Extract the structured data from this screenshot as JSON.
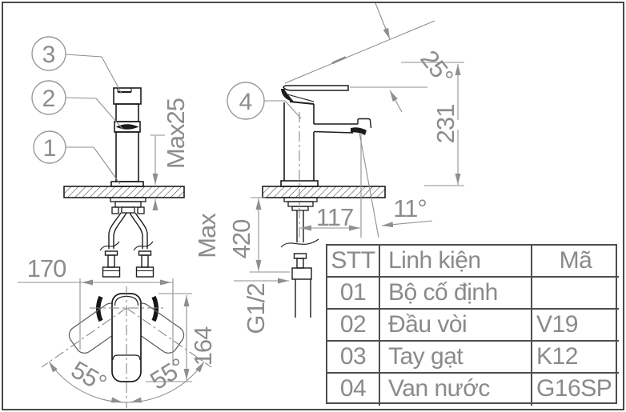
{
  "colors": {
    "object_line": "#1c1c1c",
    "dim_line": "#8f8f8f",
    "dim_text": "#8c8c8c",
    "table_border": "#4e4e4e",
    "table_text": "#8a8a8a",
    "background": "#ffffff"
  },
  "callouts": {
    "n1": "1",
    "n2": "2",
    "n3": "3",
    "n4": "4"
  },
  "dims": {
    "max25": "Max25",
    "max": "Max",
    "len420": "420",
    "g12": "G1/2",
    "len170": "170",
    "len164": "164",
    "ang55_left": "55°",
    "ang55_right": "55°",
    "ang25": "25°",
    "len231": "231",
    "len117": "117",
    "ang11": "11°"
  },
  "table": {
    "headers": {
      "stt": "STT",
      "part": "Linh kiện",
      "code": "Mã"
    },
    "rows": [
      {
        "stt": "01",
        "part": "Bộ cố định",
        "code": ""
      },
      {
        "stt": "02",
        "part": "Đầu vòi",
        "code": "V19"
      },
      {
        "stt": "03",
        "part": "Tay gạt",
        "code": "K12"
      },
      {
        "stt": "04",
        "part": "Van nước",
        "code": "G16SP"
      }
    ]
  }
}
